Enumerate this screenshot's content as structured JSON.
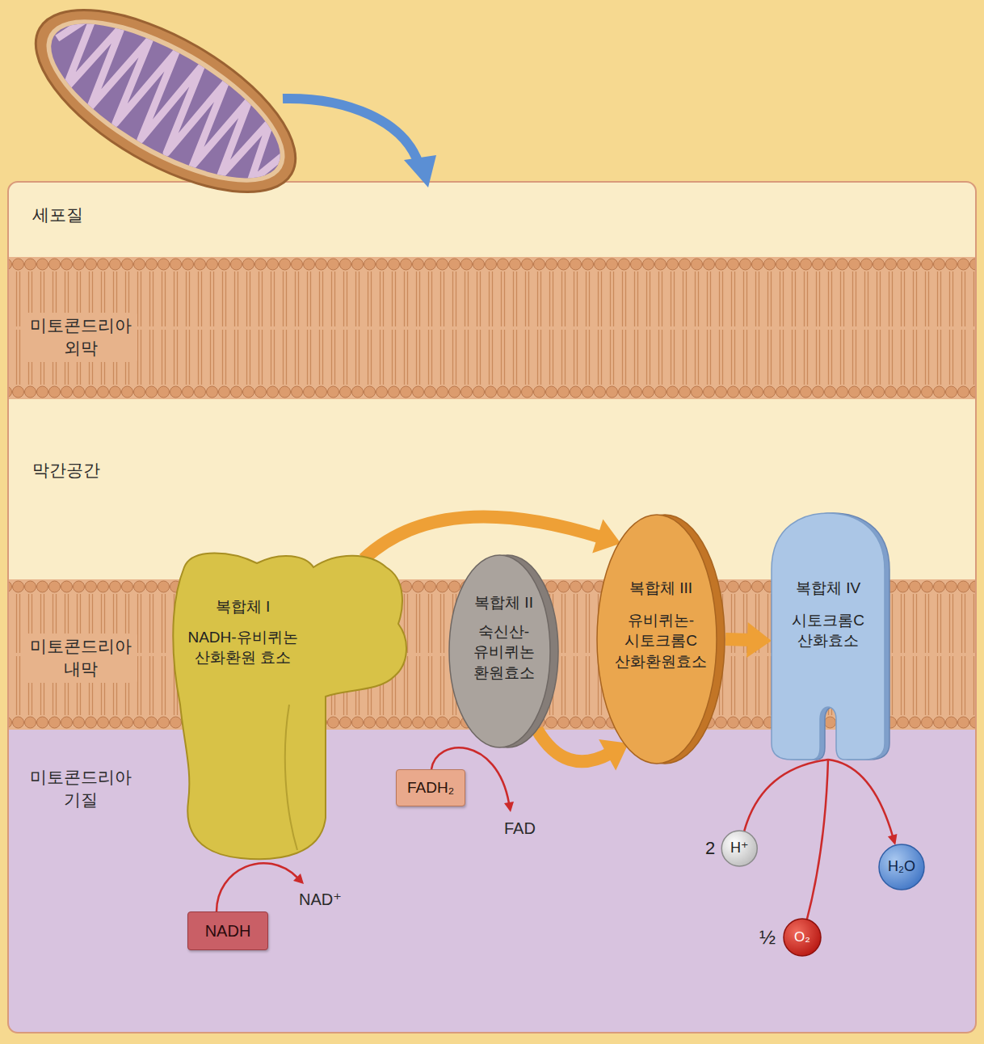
{
  "diagram": {
    "nodes": [
      {
        "text": [
          "복합체 I",
          "NADH-유비퀴논 산화환원 효소"
        ]
      },
      {
        "text": [
          "복합체 II",
          "숙신산-유비퀴논 환원효소"
        ]
      },
      {
        "text": [
          "복합체 III",
          "유비퀴논-시토크롬C 산화환원효소"
        ]
      },
      {
        "text": [
          "복합체 IV",
          "시토크롬C 산화효소"
        ]
      },
      {
        "text": [
          "FADH₂"
        ]
      },
      {
        "text": [
          "2",
          "H⁺"
        ]
      },
      {
        "text": [
          "H₂O"
        ]
      },
      {
        "text": [
          "NADH"
        ]
      },
      {
        "text": [
          "½",
          "O₂"
        ]
      }
    ],
    "edges": [
      {
        "from": 0,
        "to": 2,
        "arrow": "to"
      },
      {
        "from": 1,
        "to": 2,
        "arrow": "to"
      },
      {
        "from": 2,
        "to": 3,
        "arrow": "to"
      },
      {
        "from": 3,
        "to": 5,
        "arrow": "none"
      },
      {
        "from": 3,
        "to": 8,
        "arrow": "none"
      },
      {
        "from": 3,
        "to": 6,
        "arrow": "to"
      }
    ],
    "labels": [
      "세포질",
      "미토콘드리아 외막",
      "막간공간",
      "미토콘드리아 내막",
      "미토콘드리아 기질",
      "NAD⁺",
      "FAD"
    ]
  }
}
